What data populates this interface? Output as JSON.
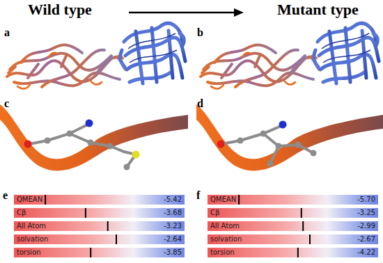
{
  "diagram": {
    "labels": [
      "Wild type",
      "Mutant type",
      "a",
      "b",
      "c",
      "d",
      "e",
      "f",
      "QMEAN",
      "-5.42",
      "Cβ",
      "-3.68",
      "All Atom",
      "-3.23",
      "solvation",
      "-2.64",
      "torsion",
      "-3.85",
      "QMEAN",
      "-5.70",
      "Cβ",
      "-3.25",
      "All Atom",
      "-2.99",
      "solvation",
      "-2.67",
      "torsion",
      "-4.22"
    ]
  }
}
